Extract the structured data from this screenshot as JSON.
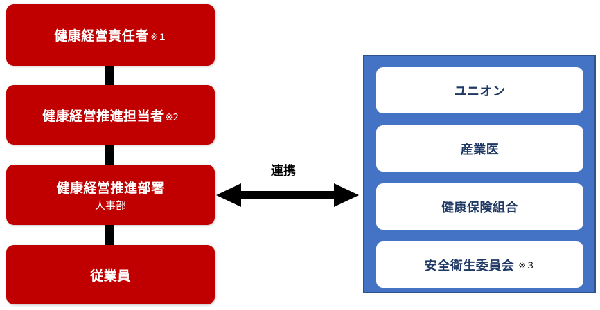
{
  "left_column": {
    "boxes": [
      {
        "label": "健康経営責任者",
        "note": "※１"
      },
      {
        "label": "健康経営推進担当者",
        "note": "※2"
      },
      {
        "label": "健康経営推進部署",
        "sub": "人事部"
      },
      {
        "label": "従業員"
      }
    ]
  },
  "link": {
    "label": "連携"
  },
  "right_panel": {
    "boxes": [
      {
        "label": "ユニオン"
      },
      {
        "label": "産業医"
      },
      {
        "label": "健康保険組合"
      },
      {
        "label": "安全衛生委員会",
        "note": "※３"
      }
    ]
  },
  "colors": {
    "red_box": "#c00000",
    "blue_panel": "#4472c4",
    "white_box_text": "#1f3864",
    "connector": "#000000"
  }
}
